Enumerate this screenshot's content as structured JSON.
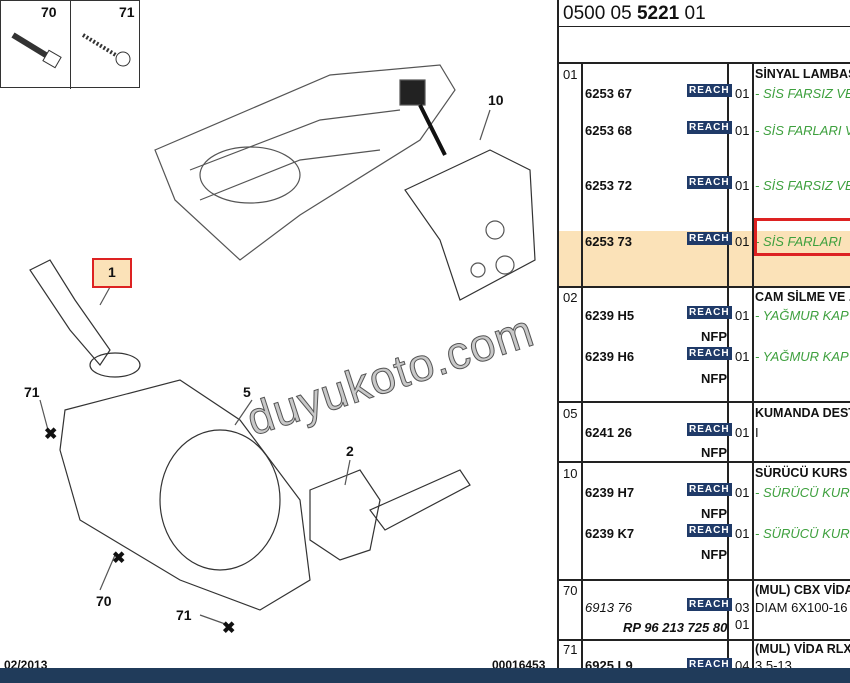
{
  "header": {
    "ref_prefix": "0500 05 ",
    "ref_bold": "5221",
    "ref_suffix": " 01"
  },
  "diagram": {
    "callouts": [
      "70",
      "71",
      "10",
      "1",
      "5",
      "2",
      "71",
      "70",
      "71"
    ],
    "date": "02/2013",
    "code": "00016453",
    "watermark": "duyukoto.com"
  },
  "groups": [
    {
      "no": "01",
      "title": "SİNYAL LAMBAS",
      "parts": [
        {
          "pn": "6253 67",
          "badge": "REACH",
          "qty": "01",
          "desc": "- SİS FARSIZ VE"
        },
        {
          "pn": "6253 68",
          "badge": "REACH",
          "qty": "01",
          "desc": "- SİS FARLARI V"
        },
        {
          "pn": "6253 72",
          "badge": "REACH",
          "qty": "01",
          "desc": "- SİS FARSIZ VE"
        },
        {
          "pn": "6253 73",
          "badge": "REACH",
          "qty": "01",
          "desc": "- SİS FARLARI"
        }
      ]
    },
    {
      "no": "02",
      "title": "CAM SİLME VE .",
      "parts": [
        {
          "pn": "6239 H5",
          "badge": "REACH",
          "nfp": "NFP",
          "qty": "01",
          "desc": "- YAĞMUR KAP"
        },
        {
          "pn": "6239 H6",
          "badge": "REACH",
          "nfp": "NFP",
          "qty": "01",
          "desc": "- YAĞMUR KAP"
        }
      ]
    },
    {
      "no": "05",
      "title": "KUMANDA DEST",
      "parts": [
        {
          "pn": "6241 26",
          "badge": "REACH",
          "nfp": "NFP",
          "qty": "01",
          "desc": "I"
        }
      ]
    },
    {
      "no": "10",
      "title": "SÜRÜCÜ KURS",
      "parts": [
        {
          "pn": "6239 H7",
          "badge": "REACH",
          "nfp": "NFP",
          "qty": "01",
          "desc": "- SÜRÜCÜ KUR"
        },
        {
          "pn": "6239 K7",
          "badge": "REACH",
          "nfp": "NFP",
          "qty": "01",
          "desc": "- SÜRÜCÜ KUR"
        }
      ]
    },
    {
      "no": "70",
      "title": "(MUL) CBX VİDA",
      "parts": [
        {
          "pn": "6913 76",
          "badge": "REACH",
          "qty": "03",
          "desc": "DIAM 6X100-16",
          "ref": "RP 96 213 725 80",
          "ref_qty": "01"
        }
      ]
    },
    {
      "no": "71",
      "title": "(MUL) VİDA RLX",
      "parts": [
        {
          "pn": "6925 L9",
          "badge": "REACH",
          "qty": "04",
          "desc": "3,5-13"
        }
      ]
    }
  ]
}
